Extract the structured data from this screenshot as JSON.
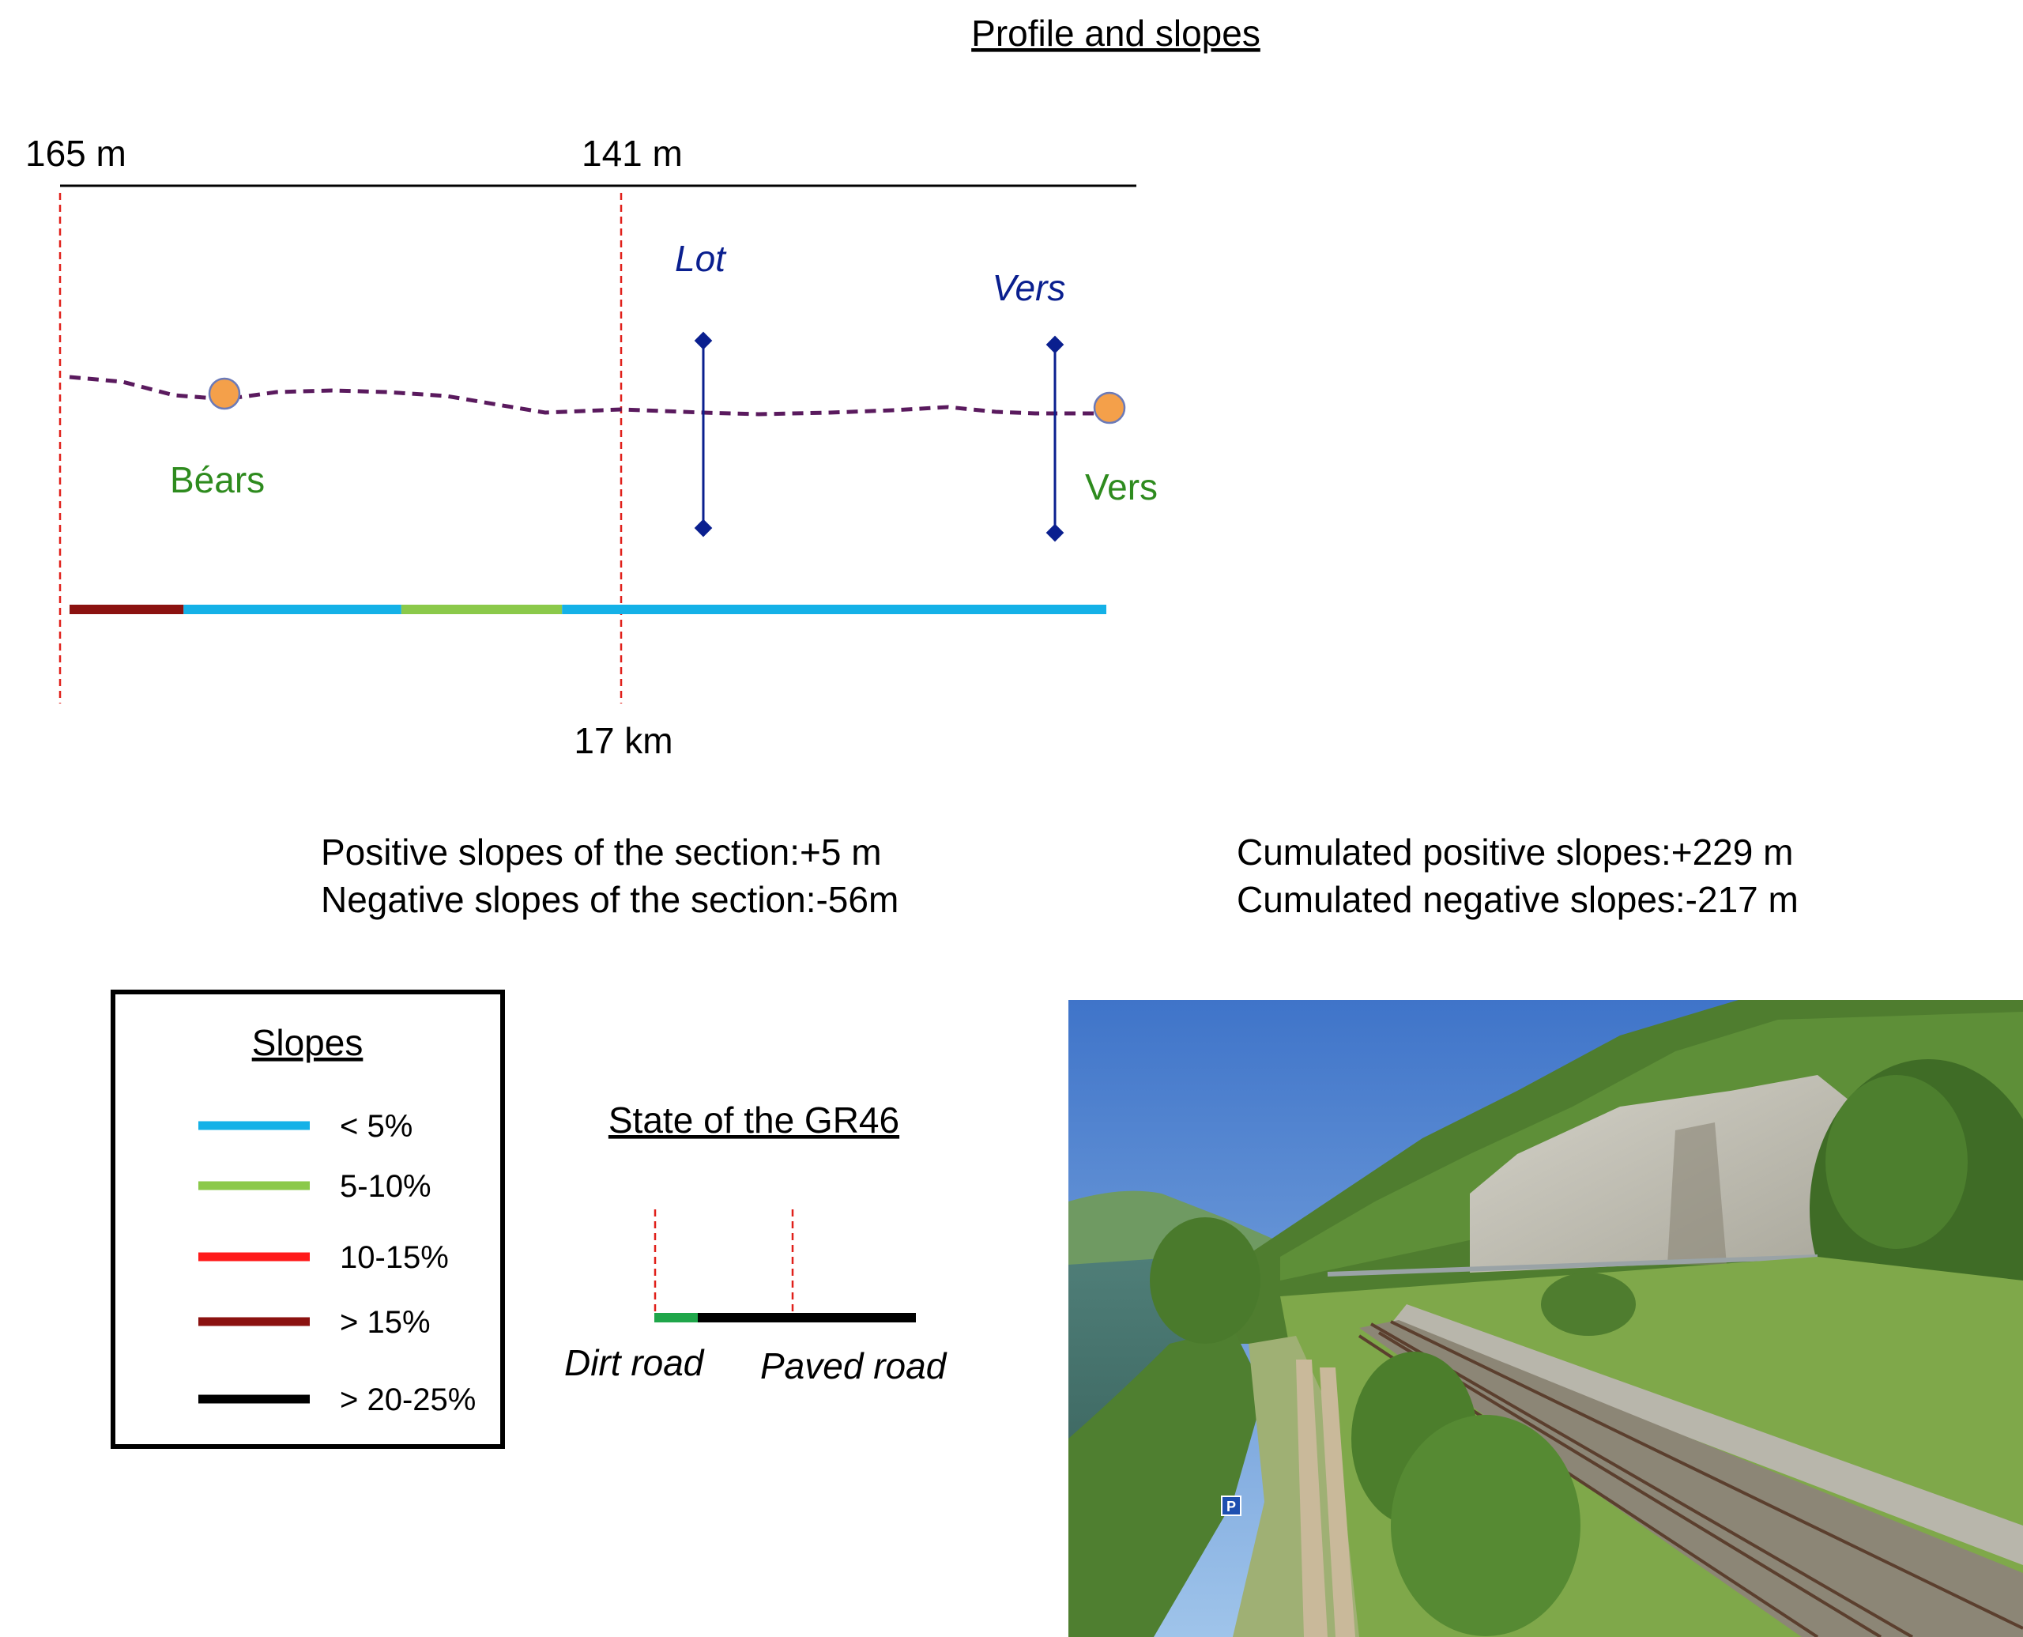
{
  "title": "Profile and slopes",
  "profile": {
    "elevation_start": "165 m",
    "elevation_mid": "141 m",
    "distance_mid": "17 km",
    "places": [
      {
        "name": "Béars",
        "kind": "village"
      },
      {
        "name": "Vers",
        "kind": "village"
      }
    ],
    "rivers": [
      {
        "name": "Lot"
      },
      {
        "name": "Vers"
      }
    ],
    "slope_bar": [
      {
        "slope_class": "> 15%",
        "from": 0.0,
        "to": 0.11
      },
      {
        "slope_class": "< 5%",
        "from": 0.11,
        "to": 0.32
      },
      {
        "slope_class": "5-10%",
        "from": 0.32,
        "to": 0.475
      },
      {
        "slope_class": "< 5%",
        "from": 0.475,
        "to": 1.0
      }
    ],
    "colors": {
      "trail": "#5a1a5e",
      "village": "#2e8b1e",
      "river": "#0a1f8f",
      "marker": "#f4a04a",
      "divider": "#e0201a"
    }
  },
  "section_stats": {
    "positive": "Positive slopes of the section:+5 m",
    "negative": "Negative slopes of the section:-56m"
  },
  "cumulated_stats": {
    "positive": "Cumulated positive slopes:+229 m",
    "negative": "Cumulated negative slopes:-217 m"
  },
  "legend": {
    "title": "Slopes",
    "items": [
      {
        "label": "< 5%",
        "color": "#14b1e7"
      },
      {
        "label": "5-10%",
        "color": "#8bc94a"
      },
      {
        "label": "10-15%",
        "color": "#ff1a1a"
      },
      {
        "label": "> 15%",
        "color": "#8b1210"
      },
      {
        "label": "> 20-25%",
        "color": "#000000"
      }
    ]
  },
  "trail_state": {
    "title": "State of the GR46",
    "dirt_label": "Dirt road",
    "paved_label": "Paved road",
    "dirt_color": "#1fa64a",
    "paved_color": "#000000"
  },
  "photo": {
    "icons": [
      "parking-sign-icon"
    ],
    "parking_sign": "P"
  }
}
